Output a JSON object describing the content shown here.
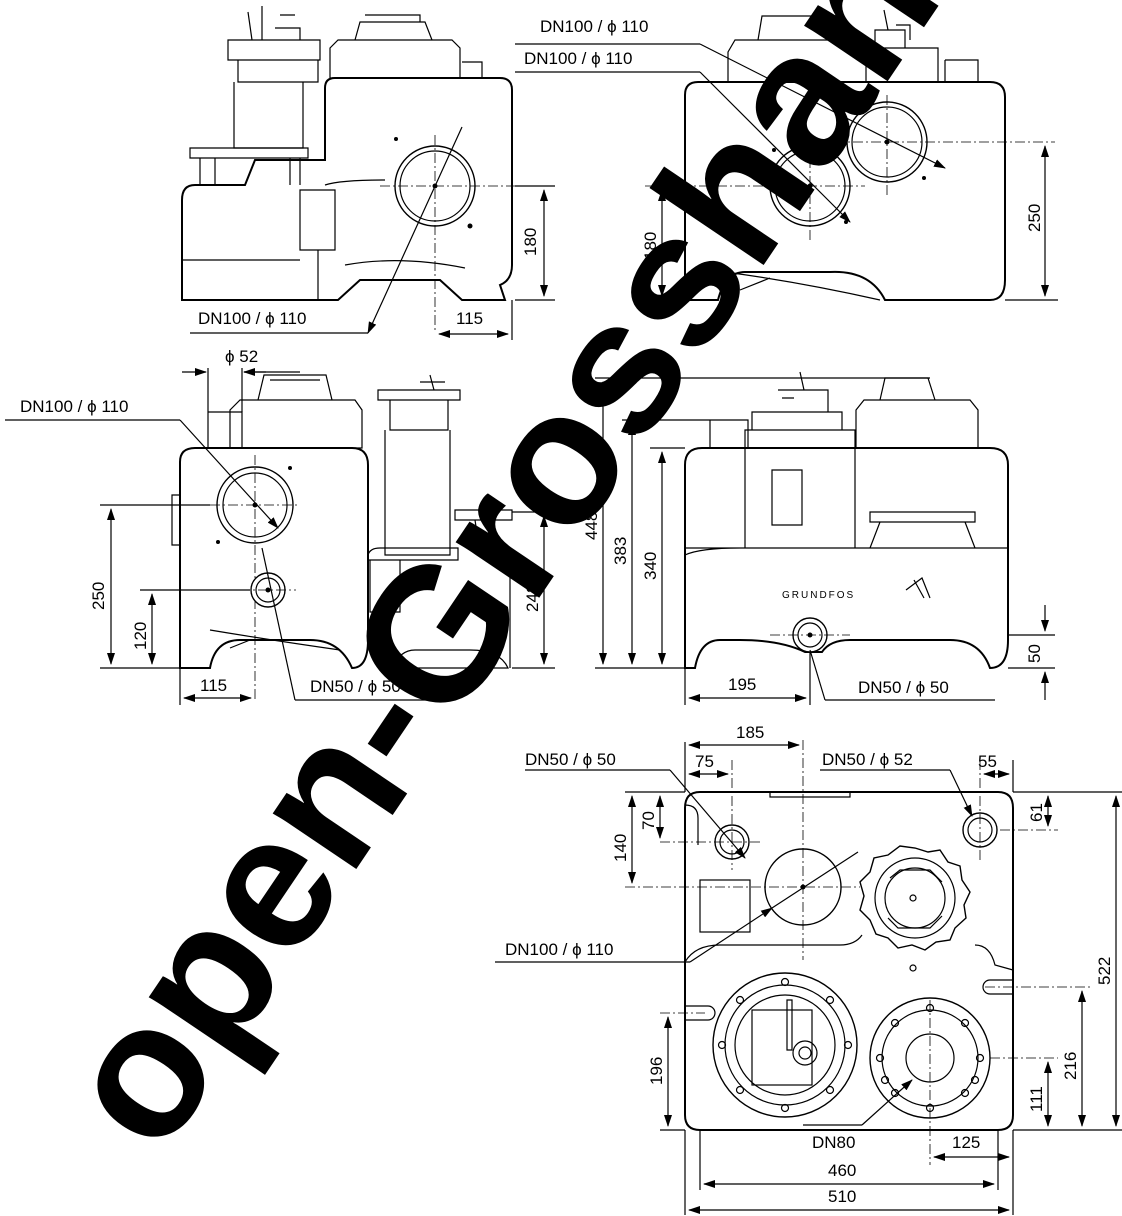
{
  "views": {
    "front_left": {
      "outlet_top": "DN100 /   ϕ 110",
      "dim_height": "180",
      "dim_horizontal": "115"
    },
    "front_right": {
      "inlet_top": "DN100 /   ϕ 110",
      "inlet_mid": "DN100 /   ϕ 110",
      "dim_height_left": "180",
      "dim_height_right": "250"
    },
    "side_left": {
      "vent": "ϕ 52",
      "inlet": "DN100 /   ϕ 110",
      "dim_250": "250",
      "dim_120": "120",
      "dim_242": "242",
      "dim_115": "115",
      "drain": "DN50 /   ϕ 50"
    },
    "side_right": {
      "dim_448": "448",
      "dim_383": "383",
      "dim_340": "340",
      "dim_50": "50",
      "dim_195": "195",
      "drain": "DN50 /   ϕ 50",
      "brand": "GRUNDFOS"
    },
    "top_view": {
      "dim_185": "185",
      "dim_75": "75",
      "dim_55": "55",
      "dn50_left": "DN50 /   ϕ 50",
      "dn50_right": "DN50 /   ϕ 52",
      "dim_70": "70",
      "dim_140": "140",
      "dim_61": "61",
      "dim_522": "522",
      "dn100": "DN100 /   ϕ 110",
      "dim_196": "196",
      "dim_216": "216",
      "dim_111": "111",
      "dn80": "DN80",
      "dim_125": "125",
      "dim_460": "460",
      "dim_510": "510"
    }
  },
  "watermark": "open-Grosshandel"
}
